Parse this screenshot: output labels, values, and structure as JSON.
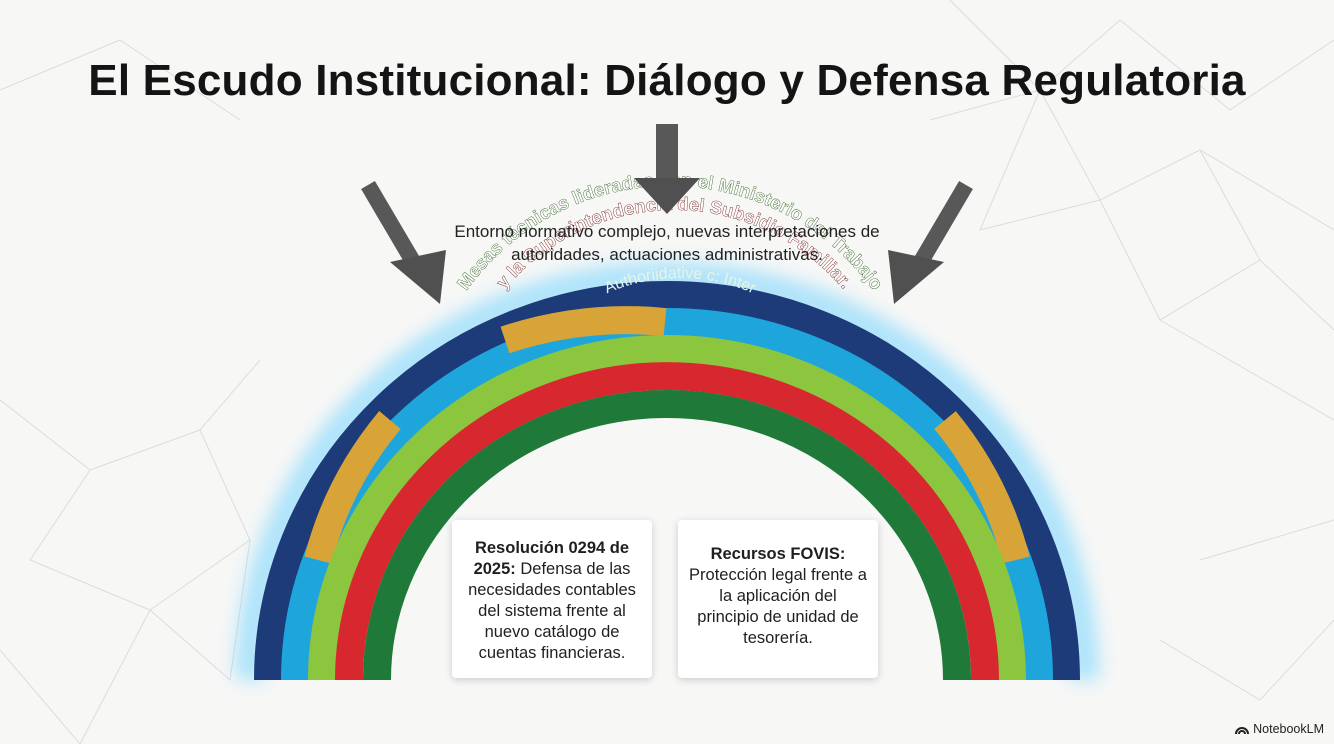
{
  "title": "El Escudo Institucional: Diálogo y Defensa Regulatoria",
  "pressure_text": {
    "line1": "Entorno normativo complejo, nuevas interpretaciones de",
    "line2": "autoridades, actuaciones administrativas."
  },
  "arch_labels": {
    "outer": "Mesas técnicas lideradas con el Ministerio del Trabajo",
    "middle": "y la Superintendencia del Subsidio Familiar.",
    "inner": "Authoriidative c: Inter"
  },
  "cards": {
    "left": {
      "bold": "Resolución 0294 de 2025:",
      "text": " Defensa de las necesidades contables del sistema frente al nuevo catálogo de cuentas financieras."
    },
    "right": {
      "bold": "Recursos FOVIS:",
      "text": "Protección legal frente a la aplicación del principio de unidad de tesorería."
    }
  },
  "brand": "NotebookLM",
  "colors": {
    "navy": "#1c3b78",
    "cyan": "#1ea6dc",
    "gold": "#d9a437",
    "lime": "#8cc63f",
    "red": "#d7282f",
    "green": "#1f7a3a",
    "arrow": "#555555"
  }
}
